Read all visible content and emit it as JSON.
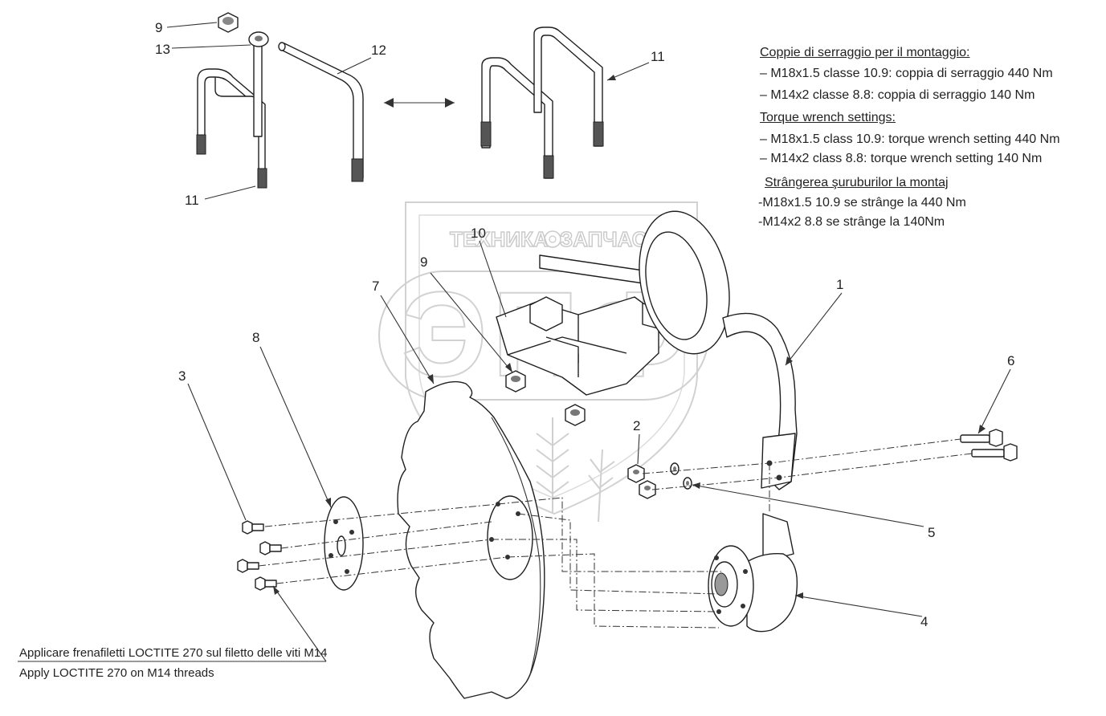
{
  "watermark": {
    "left_word": "ТЕХНИКА",
    "right_word": "ЗАПЧАСТИ",
    "logo_letters": "ЭПФ"
  },
  "callouts": {
    "c1": "1",
    "c2": "2",
    "c3": "3",
    "c4": "4",
    "c5": "5",
    "c6": "6",
    "c7": "7",
    "c8": "8",
    "c9_top": "9",
    "c9_mid": "9",
    "c10": "10",
    "c11_left": "11",
    "c11_right": "11",
    "c12": "12",
    "c13": "13"
  },
  "torque_notes": {
    "it_heading": "Coppie di serraggio per il montaggio:",
    "it_line1": "– M18x1.5 classe 10.9: coppia di serraggio 440 Nm",
    "it_line2": "– M14x2 classe 8.8: coppia di serraggio 140 Nm",
    "en_heading": "Torque wrench settings:",
    "en_line1": "– M18x1.5 class 10.9: torque wrench setting 440 Nm",
    "en_line2": "– M14x2 class 8.8: torque wrench setting 140 Nm",
    "ro_heading": "Strângerea şuruburilor la montaj",
    "ro_line1": "-M18x1.5 10.9 se strânge la 440 Nm",
    "ro_line2": "-M14x2 8.8 se strânge la 140Nm"
  },
  "loctite_note": {
    "line1": "Applicare frenafiletti LOCTITE 270 sul filetto delle viti M14",
    "line2": "Apply LOCTITE 270 on M14 threads"
  }
}
